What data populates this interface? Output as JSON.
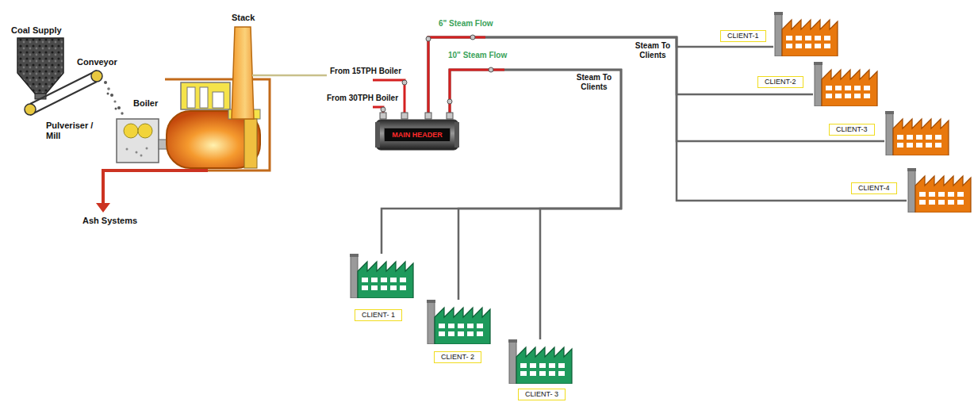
{
  "diagram": {
    "nodes": [
      {
        "text": [
          "MAIN HEADER"
        ]
      },
      {
        "text": [
          "CLIENT-1"
        ]
      },
      {
        "text": [
          "CLIENT-2"
        ]
      },
      {
        "text": [
          "CLIENT-3"
        ]
      },
      {
        "text": [
          "CLIENT-4"
        ]
      },
      {
        "text": [
          "CLIENT- 1"
        ]
      },
      {
        "text": [
          "CLIENT- 2"
        ]
      },
      {
        "text": [
          "CLIENT- 3"
        ]
      }
    ],
    "edges": [
      {
        "from": 0,
        "to": 1,
        "arrow": "none"
      },
      {
        "from": 0,
        "to": 2,
        "arrow": "none"
      },
      {
        "from": 0,
        "to": 3,
        "arrow": "none"
      },
      {
        "from": 0,
        "to": 4,
        "arrow": "none"
      },
      {
        "from": 0,
        "to": 5,
        "arrow": "none"
      },
      {
        "from": 0,
        "to": 6,
        "arrow": "none"
      },
      {
        "from": 0,
        "to": 7,
        "arrow": "none"
      }
    ],
    "labels": [
      "Coal Supply",
      "Conveyor",
      "Pulveriser / Mill",
      "Boiler",
      "Stack",
      "Ash Systems",
      "From 15TPH Boiler",
      "From 30TPH Boiler",
      "6\" Steam Flow",
      "10\" Steam Flow",
      "Steam To Clients",
      "Steam To Clients"
    ]
  }
}
